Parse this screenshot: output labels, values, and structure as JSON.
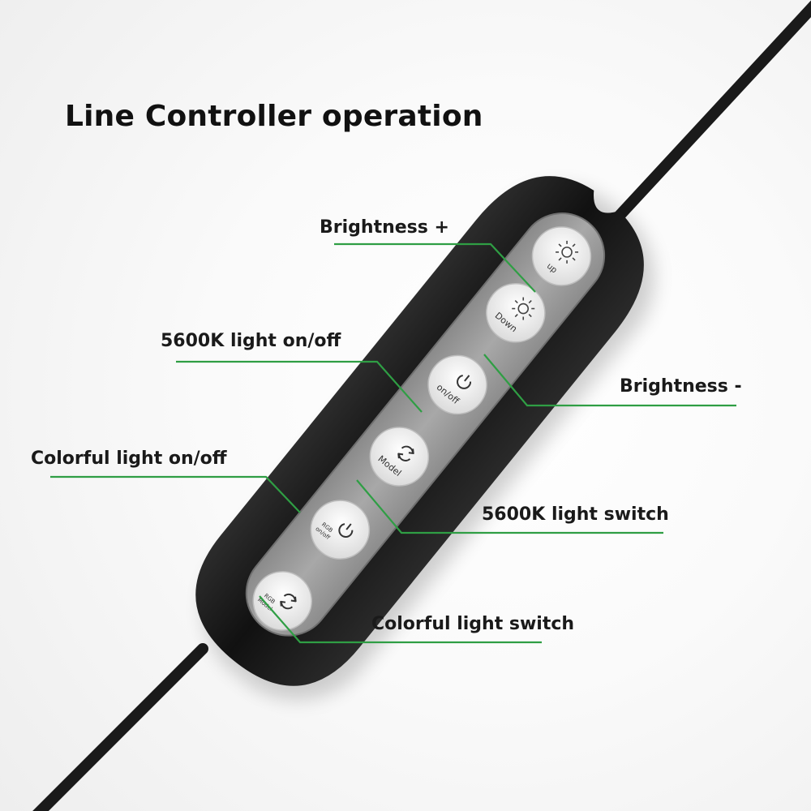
{
  "title": "Line Controller operation",
  "callouts": {
    "brightness_plus": "Brightness +",
    "light_5600k_onoff": "5600K light on/off",
    "brightness_minus": "Brightness -",
    "colorful_onoff": "Colorful light on/off",
    "light_5600k_switch": "5600K light switch",
    "colorful_switch": "Colorful light switch"
  },
  "buttons": {
    "up": "up",
    "down": "Down",
    "onoff": "on/off",
    "model": "Model",
    "rgb_onoff_line1": "RGB",
    "rgb_onoff_line2": "on/off",
    "rgb_mode_line1": "RGB",
    "rgb_mode_line2": "Model"
  },
  "colors": {
    "leader_line": "#2f9e44",
    "controller_body": "#141414",
    "button_panel": "#9a9a9a",
    "button": "#f4f4f4",
    "cable": "#1a1a1a"
  }
}
